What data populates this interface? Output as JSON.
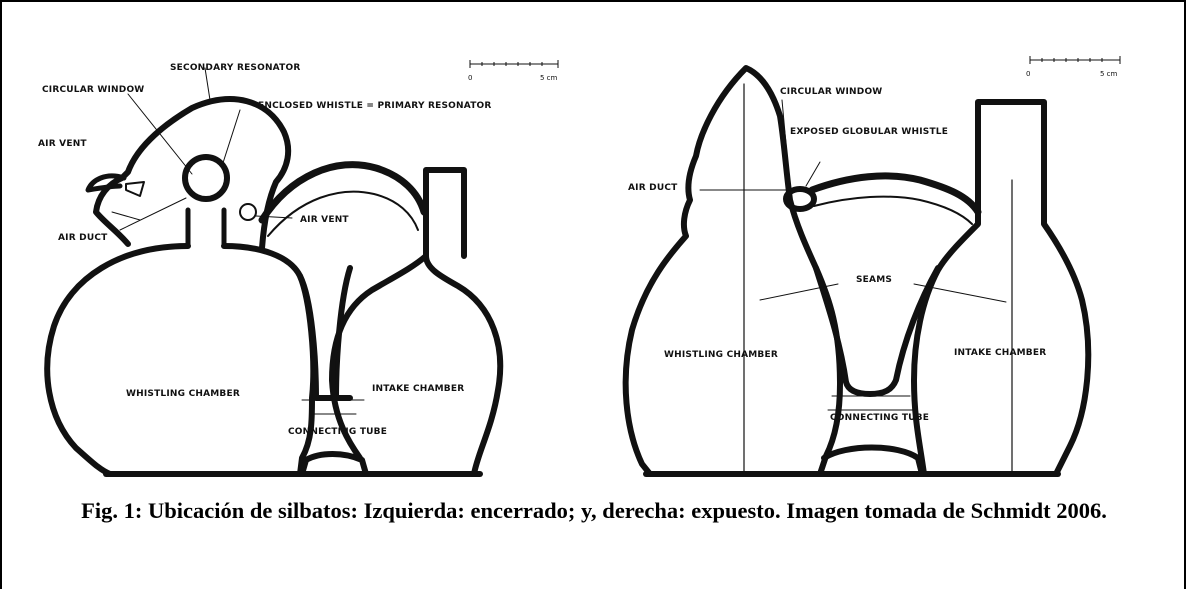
{
  "left_figure": {
    "labels": {
      "secondary_resonator": "SECONDARY RESONATOR",
      "circular_window": "CIRCULAR WINDOW",
      "enclosed_whistle": "ENCLOSED WHISTLE = PRIMARY RESONATOR",
      "air_vent_left": "AIR VENT",
      "air_vent_right": "AIR VENT",
      "air_duct": "AIR DUCT",
      "whistling_chamber": "WHISTLING CHAMBER",
      "intake_chamber": "INTAKE CHAMBER",
      "connecting_tube": "CONNECTING TUBE"
    },
    "scale": {
      "start": "0",
      "end": "5 cm"
    }
  },
  "right_figure": {
    "labels": {
      "circular_window": "CIRCULAR WINDOW",
      "exposed_whistle": "EXPOSED GLOBULAR WHISTLE",
      "air_duct": "AIR DUCT",
      "seams": "SEAMS",
      "whistling_chamber": "WHISTLING CHAMBER",
      "intake_chamber": "INTAKE CHAMBER",
      "connecting_tube": "CONNECTING TUBE"
    },
    "scale": {
      "start": "0",
      "end": "5 cm"
    }
  },
  "caption": "Fig. 1: Ubicación de silbatos: Izquierda: encerrado; y, derecha: expuesto. Imagen tomada de Schmidt 2006."
}
